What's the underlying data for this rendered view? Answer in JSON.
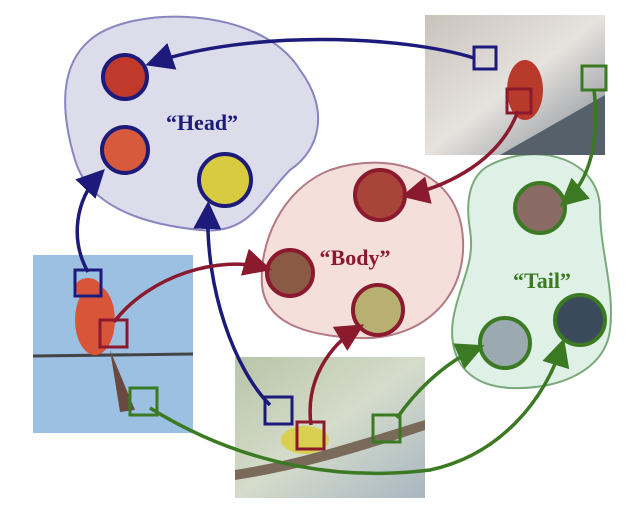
{
  "labels": {
    "head": "“Head”",
    "body": "“Body”",
    "tail": "“Tail”"
  },
  "colors": {
    "head": "#1c1a7a",
    "body": "#8b1a2e",
    "tail": "#3b7a22"
  },
  "images": {
    "top_right": "cardinal-photo",
    "left": "vermilion-flycatcher-photo",
    "bottom": "warbler-photo"
  }
}
